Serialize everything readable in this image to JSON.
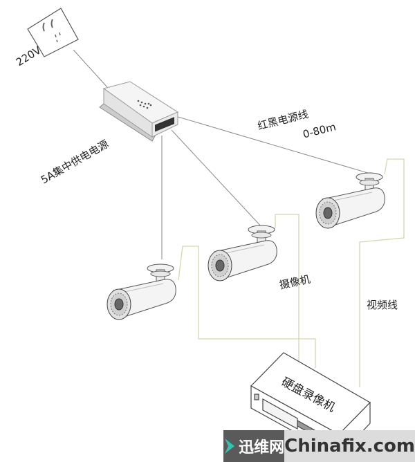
{
  "labels": {
    "voltage": "220V",
    "power_supply": "5A集中供电电源",
    "power_cable": "红黑电源线",
    "cable_length": "0-80m",
    "camera": "摄像机",
    "video_cable": "视频线",
    "dvr": "硬盘录像机"
  },
  "watermark": {
    "cn": "迅维网",
    "en": "Chinafix.com"
  },
  "colors": {
    "power_wire": "#8a8a8a",
    "video_wire": "#d6d6b0",
    "watermark_accent": "#35c2b0"
  }
}
